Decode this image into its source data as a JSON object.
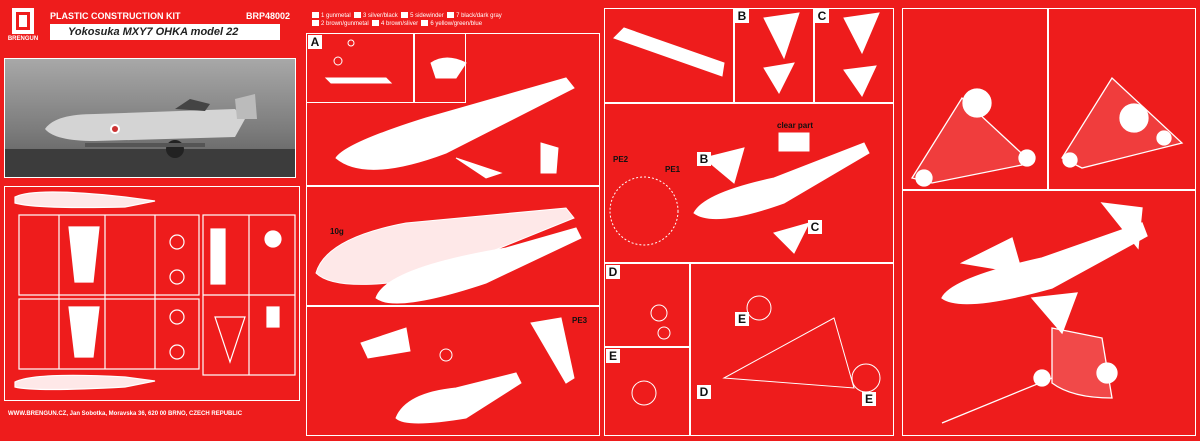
{
  "header": {
    "kit_type": "PLASTIC CONSTRUCTION KIT",
    "code": "BRP48002",
    "brand": "BRENGUN",
    "title": "Yokosuka MXY7 OHKA model 22"
  },
  "legend": {
    "items": [
      "1 gunmetal",
      "2 brown/gunmetal",
      "3 silver/black",
      "4 brown/sliver",
      "5 sidewinder",
      "6 yellow/green/blue",
      "7 black/dark gray"
    ]
  },
  "steps": {
    "a": "A",
    "b": "B",
    "c": "C",
    "d": "D",
    "e": "E"
  },
  "labels": {
    "clear_part": "clear part",
    "weight": "10g",
    "pe3": "PE3",
    "pe1": "PE1",
    "pe2": "PE2"
  },
  "footer": {
    "address": "WWW.BRENGUN.CZ, Jan Sobotka, Moravska 36, 620 00 BRNO, CZECH REPUBLIC"
  },
  "colors": {
    "background": "#ee1c1c",
    "lines": "#ffffff"
  }
}
